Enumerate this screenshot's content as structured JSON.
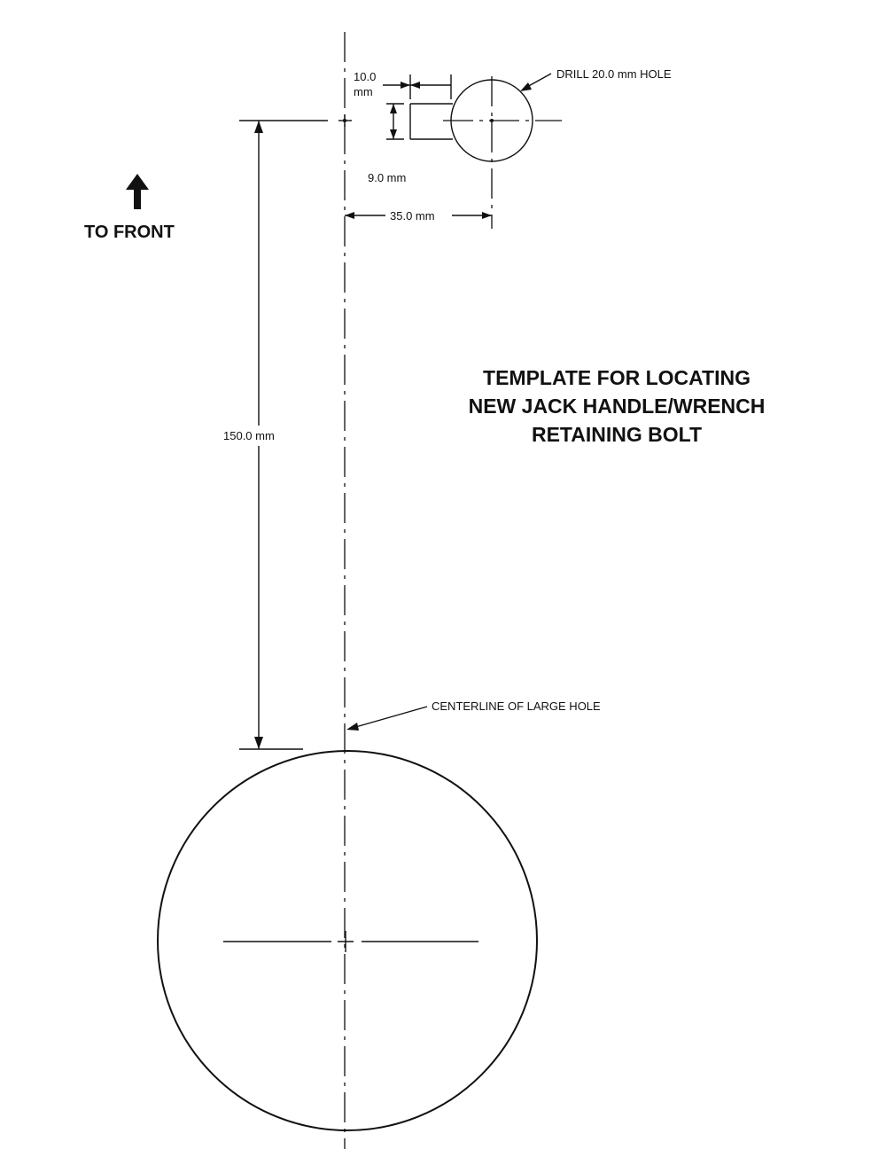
{
  "title": {
    "lines": [
      "TEMPLATE FOR LOCATING",
      "NEW JACK HANDLE/WRENCH",
      "RETAINING BOLT"
    ]
  },
  "direction": {
    "label": "TO FRONT",
    "icon": "up-arrow-icon"
  },
  "dimensions": {
    "slot_length_value": "10.0",
    "slot_length_unit": "mm",
    "slot_width": "9.0 mm",
    "horizontal_offset": "35.0 mm",
    "vertical_offset": "150.0 mm"
  },
  "callouts": {
    "drill_hole": "DRILL 20.0 mm HOLE",
    "centerline": "CENTERLINE OF LARGE HOLE"
  },
  "colors": {
    "ink": "#111111",
    "paper": "#ffffff"
  }
}
